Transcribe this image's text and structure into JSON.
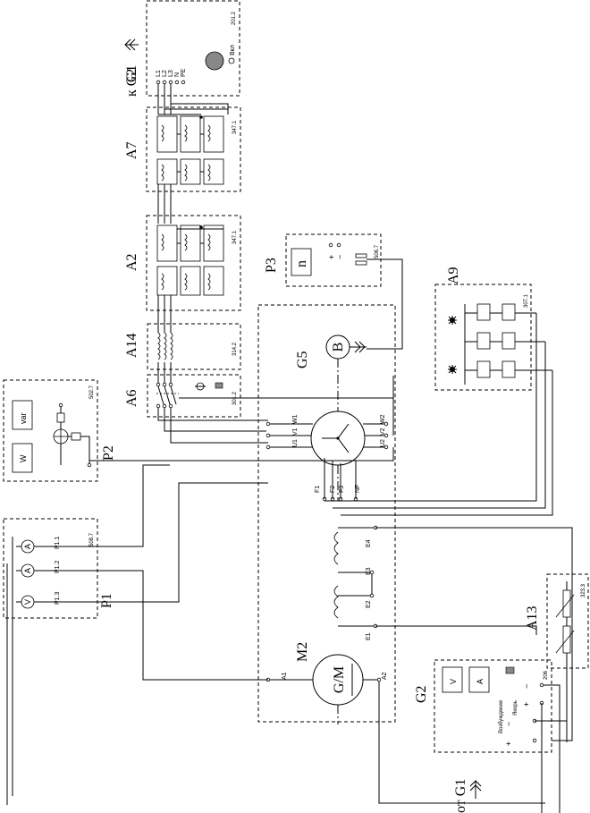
{
  "diagram": {
    "blocks": {
      "g1": {
        "name": "G1",
        "code": "201.2",
        "terminals": [
          "L1",
          "L2",
          "L3",
          "N",
          "PE"
        ],
        "switch_label": "Вкл"
      },
      "a7": {
        "name": "A7",
        "code": "347.1"
      },
      "a2": {
        "name": "A2",
        "code": "347.1"
      },
      "a14": {
        "name": "A14",
        "code": "314.2"
      },
      "a6": {
        "name": "A6",
        "code": "301.2"
      },
      "p2": {
        "name": "P2",
        "code": "502.7",
        "meters": [
          "W",
          "var"
        ]
      },
      "p1": {
        "name": "P1",
        "code": "508.7",
        "channels": [
          "P1.1",
          "P1.2",
          "P1.3"
        ],
        "meters": [
          "A",
          "A",
          "V"
        ]
      },
      "p3": {
        "name": "P3",
        "code": "506.7",
        "symbol": "n",
        "plus": "+",
        "minus": "−"
      },
      "g5": {
        "name": "G5",
        "sensor": "B",
        "terminals": [
          "W1",
          "V1",
          "U1",
          "W2",
          "V2",
          "U2",
          "F1",
          "F2",
          "F3",
          "NF"
        ]
      },
      "a9": {
        "name": "A9",
        "code": "307.1"
      },
      "m2": {
        "name": "M2",
        "machine": "G/M",
        "terminals": [
          "A1",
          "A2",
          "E1",
          "E2",
          "E3",
          "E4"
        ]
      },
      "a13": {
        "name": "A13",
        "code": "323.3"
      },
      "g2": {
        "name": "G2",
        "code": "206",
        "meters": [
          "V",
          "A"
        ],
        "label_excitation": "Возбуждение",
        "label_armature": "Якорь",
        "plus": "+",
        "minus": "−"
      }
    },
    "connectors": {
      "to_g2": "к G2",
      "from_g1": "от G1"
    }
  }
}
